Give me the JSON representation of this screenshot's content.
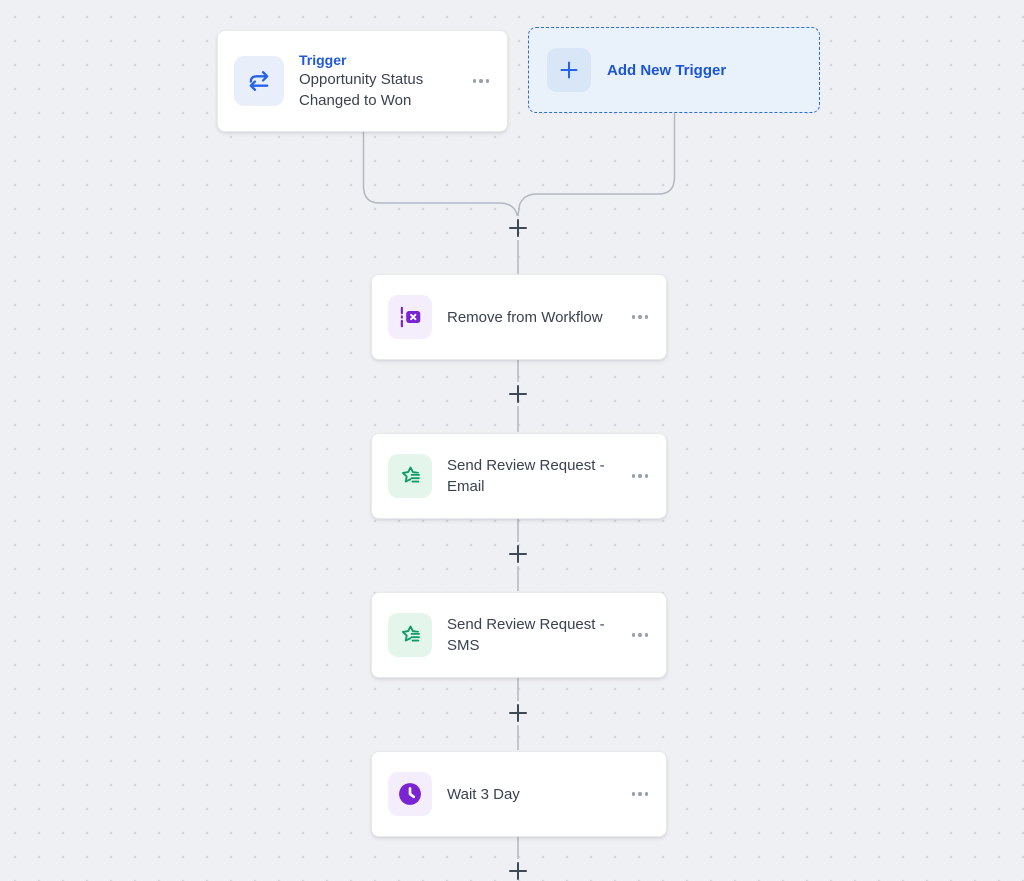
{
  "theme": {
    "canvas_bg": "#eff0f3",
    "canvas_dot": "#d5d8de",
    "connector": "#b3b8c1",
    "plus": "#414957",
    "card_bg": "#ffffff",
    "card_border": "#e7e9ec",
    "card_text": "#3a4150",
    "trigger_blue": "#2059d9",
    "icon_blue": "#2563eb",
    "trigger_icon_bg": "#e9eefb",
    "add_bg": "#e9f1fa",
    "add_border": "#2f6bdb",
    "add_icon_bg": "#d8e6f7",
    "add_text": "#1a55d6",
    "purple": "#7a23d3",
    "purple_bg": "#f4eefc",
    "green": "#0c9d68",
    "green_bg": "#e4f6ec",
    "menu_dot": "#9aa1ac"
  },
  "trigger_card": {
    "label": "Trigger",
    "title": "Opportunity Status Changed to Won",
    "icon": "swap-arrows-icon",
    "menu": "ellipsis-menu"
  },
  "add_trigger_button": {
    "label": "Add New Trigger",
    "icon": "plus-icon"
  },
  "actions": [
    {
      "title": "Remove from Workflow",
      "icon": "remove-from-workflow-icon"
    },
    {
      "title": "Send Review Request - Email",
      "icon": "review-star-icon"
    },
    {
      "title": "Send Review Request - SMS",
      "icon": "review-star-icon"
    },
    {
      "title": "Wait 3 Day",
      "icon": "wait-clock-icon"
    }
  ],
  "connector": {
    "plus_symbol": "+"
  }
}
